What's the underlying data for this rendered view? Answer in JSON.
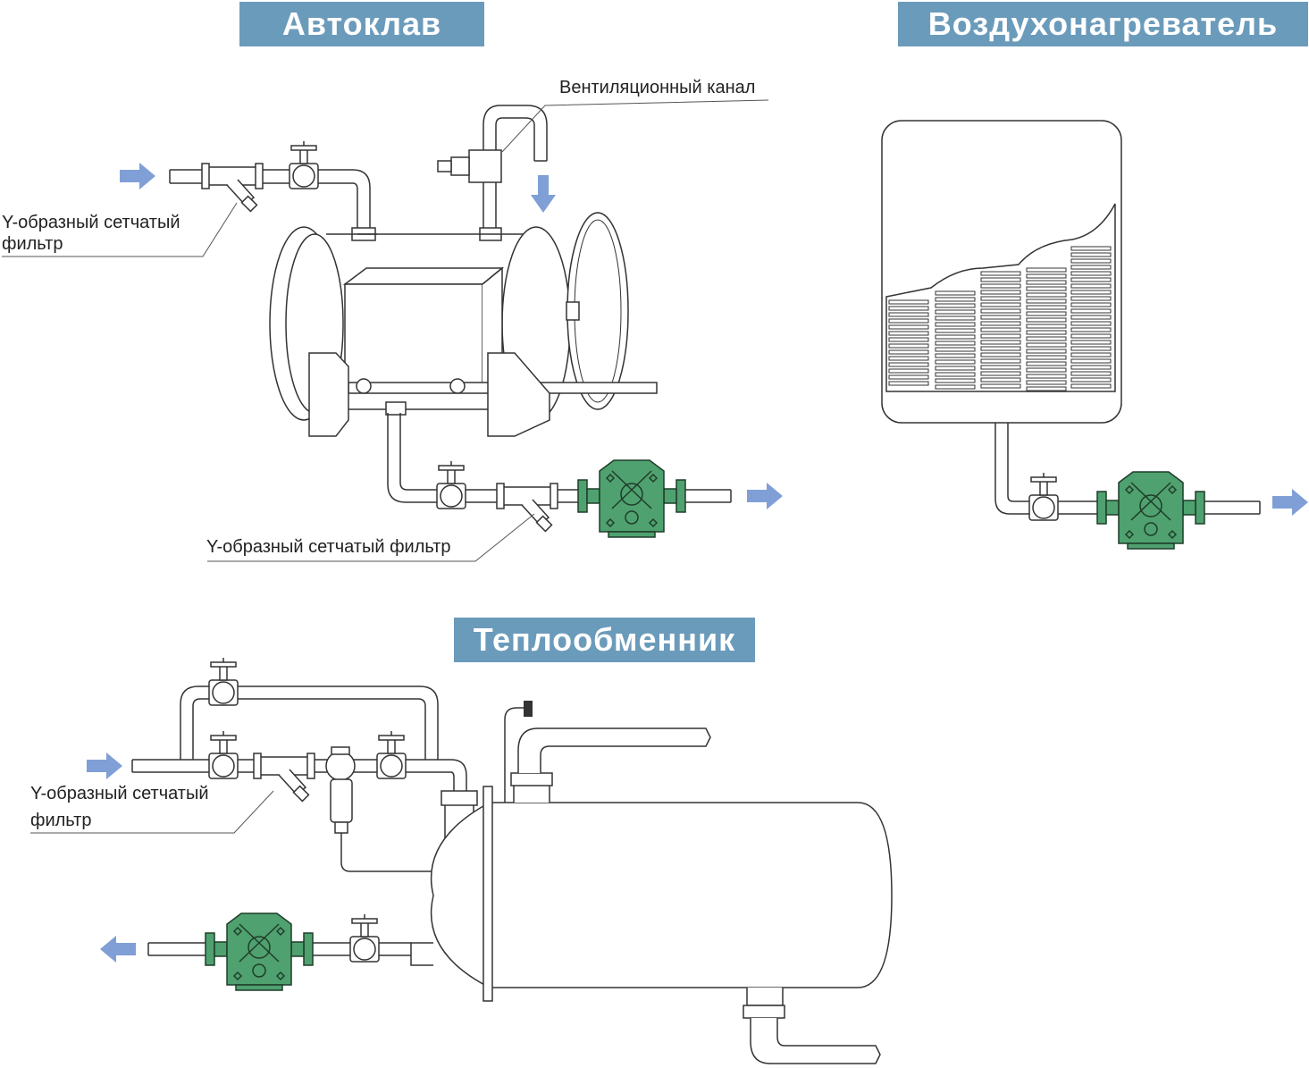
{
  "titles": {
    "autoclave": "Автоклав",
    "air_heater": "Воздухонагреватель",
    "heat_exchanger": "Теплообменник"
  },
  "labels": {
    "vent_channel": "Вентиляционный канал",
    "y_filter_top_line1": "Y-образный сетчатый",
    "y_filter_top_line2": "фильтр",
    "y_filter_mid": "Y-образный сетчатый фильтр",
    "y_filter_bottom_line1": "Y-образный сетчатый",
    "y_filter_bottom_line2": "фильтр"
  },
  "colors": {
    "title_bg": "#6b9bbb",
    "trap_green": "#4fa16f",
    "arrow_blue": "#7f9fd6"
  }
}
